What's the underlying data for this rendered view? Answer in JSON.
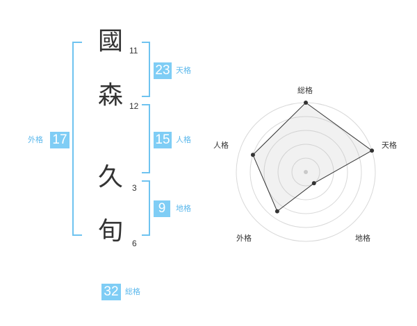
{
  "name": {
    "characters": [
      {
        "char": "國",
        "strokes": "11"
      },
      {
        "char": "森",
        "strokes": "12"
      },
      {
        "char": "久",
        "strokes": "3"
      },
      {
        "char": "旬",
        "strokes": "6"
      }
    ]
  },
  "fortunes": {
    "tenkaku": {
      "value": "23",
      "label": "天格"
    },
    "jinkaku": {
      "value": "15",
      "label": "人格"
    },
    "chikaku": {
      "value": "9",
      "label": "地格"
    },
    "gaikaku": {
      "value": "17",
      "label": "外格"
    },
    "soukaku": {
      "value": "32",
      "label": "総格"
    }
  },
  "colors": {
    "accent": "#7fcdf5",
    "bracket": "#6ec3f0",
    "label": "#5bb8ec"
  },
  "chart_data": {
    "type": "radar",
    "axes": [
      "総格",
      "天格",
      "地格",
      "外格",
      "人格"
    ],
    "values": [
      5,
      5,
      1,
      3.5,
      4
    ],
    "rmax": 5,
    "rings": 5
  }
}
